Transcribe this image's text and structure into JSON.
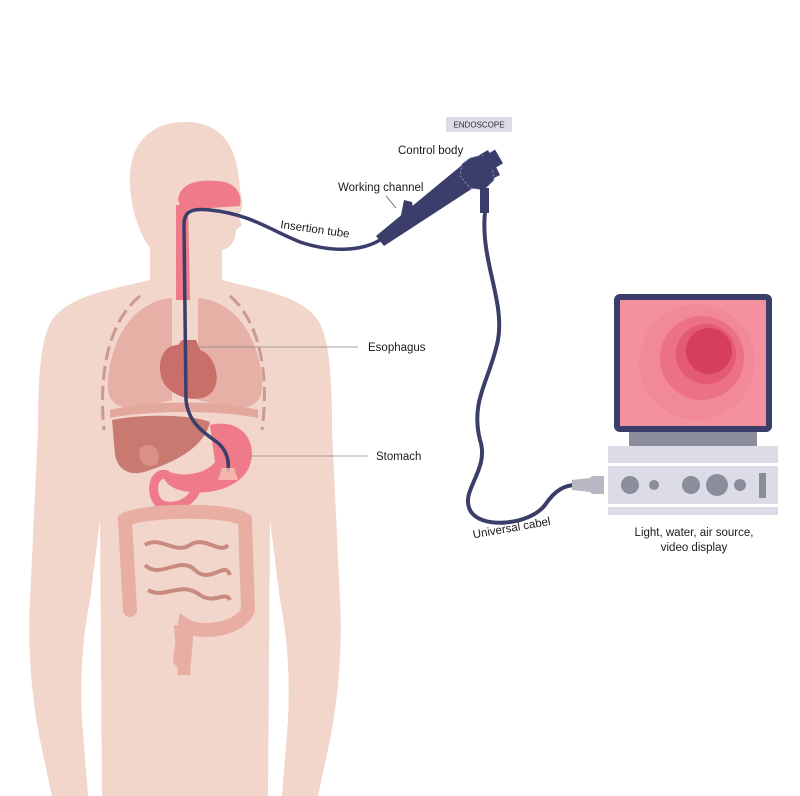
{
  "title_tag": "ENDOSCOPE",
  "labels": {
    "control_body": "Control body",
    "working_channel": "Working channel",
    "insertion_tube": "Insertion tube",
    "esophagus": "Esophagus",
    "stomach": "Stomach",
    "universal_cable": "Universal cabel",
    "device_line1": "Light, water, air source,",
    "device_line2": "video display"
  },
  "colors": {
    "skin": "#f2d5cb",
    "scope": "#3b3d6b",
    "screen": "#f4919f",
    "device": "#dcdce6"
  }
}
